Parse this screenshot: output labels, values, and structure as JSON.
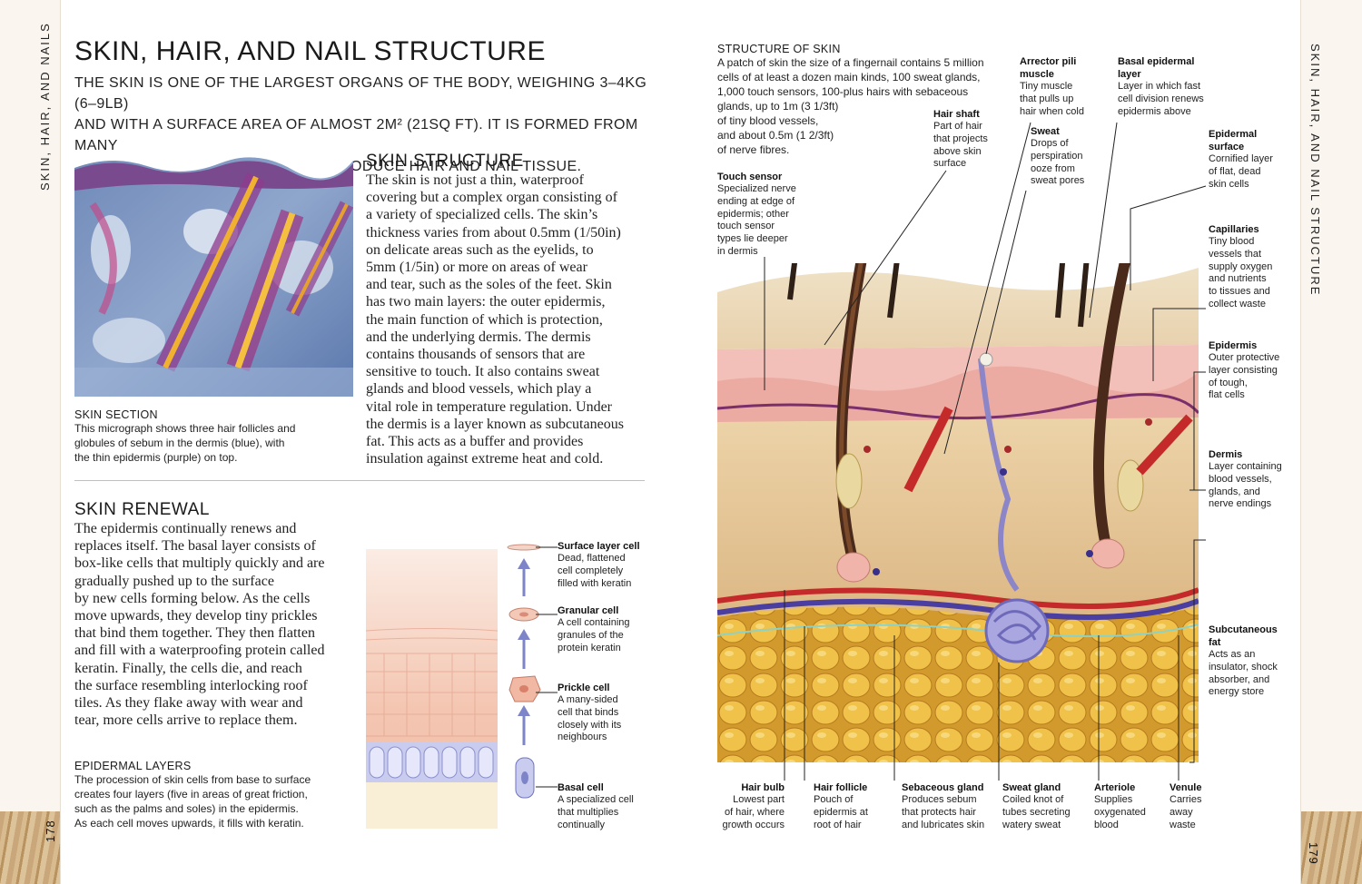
{
  "running_head_left": "SKIN, HAIR, AND NAILS",
  "running_head_right": "SKIN, HAIR, AND NAIL STRUCTURE",
  "page_left": "178",
  "page_right": "179",
  "title": "SKIN, HAIR, AND NAIL STRUCTURE",
  "intro": [
    "THE SKIN IS ONE OF THE LARGEST ORGANS OF THE BODY, WEIGHING 3–4KG (6–9LB)",
    "AND WITH A SURFACE AREA OF ALMOST 2M² (21SQ FT). IT IS FORMED FROM MANY",
    "TYPES OF CELL, SOME OF WHICH PRODUCE HAIR AND NAIL TISSUE."
  ],
  "skin_section": {
    "heading": "SKIN SECTION",
    "lines": [
      "This micrograph shows three hair follicles and",
      "globules of sebum in the dermis (blue), with",
      "the thin epidermis (purple) on top."
    ]
  },
  "skin_structure": {
    "heading": "SKIN STRUCTURE",
    "lines": [
      "The skin is not just a thin, waterproof",
      "covering but a complex organ consisting of",
      "a variety of specialized cells. The skin’s",
      "thickness varies from about 0.5mm (1/50in)",
      "on delicate areas such as the eyelids, to",
      "5mm (1/5in) or more on areas of wear",
      "and tear, such as the soles of the feet. Skin",
      "has two main layers: the outer epidermis,",
      "the main function of which is protection,",
      "and the underlying dermis. The dermis",
      "contains thousands of sensors that are",
      "sensitive to touch. It also contains sweat",
      "glands and blood vessels, which play a",
      "vital role in temperature regulation. Under",
      "the dermis is a layer known as subcutaneous",
      "fat. This acts as a buffer and provides",
      "insulation against extreme heat and cold."
    ]
  },
  "skin_renewal": {
    "heading": "SKIN RENEWAL",
    "lines": [
      "The epidermis continually renews and",
      "replaces itself. The basal layer consists of",
      "box-like cells that multiply quickly and are",
      "gradually pushed up to the surface",
      "by new cells forming below. As the cells",
      "move upwards, they develop tiny prickles",
      "that bind them together. They then flatten",
      "and fill with a waterproofing protein called",
      "keratin. Finally, the cells die, and reach",
      "the surface resembling interlocking roof",
      "tiles. As they flake away with wear and",
      "tear, more cells arrive to replace them."
    ]
  },
  "epidermal_layers": {
    "heading": "EPIDERMAL LAYERS",
    "lines": [
      "The procession of skin cells from base to surface",
      "creates four layers (five in areas of great friction,",
      "such as the palms and soles) in the epidermis.",
      "As each cell moves upwards, it fills with keratin."
    ]
  },
  "cell_labels": [
    {
      "title": "Surface layer cell",
      "lines": [
        "Dead, flattened",
        "cell completely",
        "filled with keratin"
      ]
    },
    {
      "title": "Granular cell",
      "lines": [
        "A cell containing",
        "granules of the",
        "protein keratin"
      ]
    },
    {
      "title": "Prickle cell",
      "lines": [
        "A many-sided",
        "cell that binds",
        "closely with its",
        "neighbours"
      ]
    },
    {
      "title": "Basal cell",
      "lines": [
        "A specialized cell",
        "that multiplies",
        "continually"
      ]
    }
  ],
  "structure_of_skin": {
    "heading": "STRUCTURE OF SKIN",
    "lines": [
      "A patch of skin the size of a fingernail contains 5 million",
      "cells of at least a dozen main kinds, 100 sweat glands,",
      "1,000 touch sensors, 100-plus hairs with sebaceous",
      "glands, up to 1m (3 1/3ft)",
      "of tiny blood vessels,",
      "and about 0.5m (1 2/3ft)",
      "of nerve fibres."
    ]
  },
  "top_labels": [
    {
      "title": "Touch sensor",
      "lines": [
        "Specialized nerve",
        "ending at edge of",
        "epidermis; other",
        "touch sensor",
        "types lie deeper",
        "in dermis"
      ]
    },
    {
      "title": "Hair shaft",
      "lines": [
        "Part of hair",
        "that projects",
        "above skin",
        "surface"
      ]
    },
    {
      "title": "Arrector pili muscle",
      "lines": [
        "Tiny muscle",
        "that pulls up",
        "hair when cold"
      ]
    },
    {
      "title": "Sweat",
      "lines": [
        "Drops of",
        "perspiration",
        "ooze from",
        "sweat pores"
      ]
    },
    {
      "title": "Basal epidermal layer",
      "lines": [
        "Layer in which fast",
        "cell division renews",
        "epidermis above"
      ]
    }
  ],
  "right_labels": [
    {
      "title": "Epidermal surface",
      "lines": [
        "Cornified layer",
        "of flat, dead",
        "skin cells"
      ]
    },
    {
      "title": "Capillaries",
      "lines": [
        "Tiny blood",
        "vessels that",
        "supply oxygen",
        "and nutrients",
        "to tissues and",
        "collect waste"
      ]
    },
    {
      "title": "Epidermis",
      "lines": [
        "Outer protective",
        "layer consisting",
        "of tough,",
        "flat cells"
      ]
    },
    {
      "title": "Dermis",
      "lines": [
        "Layer containing",
        "blood vessels,",
        "glands, and",
        "nerve endings"
      ]
    },
    {
      "title": "Subcutaneous fat",
      "lines": [
        "Acts as an",
        "insulator, shock",
        "absorber, and",
        "energy store"
      ]
    }
  ],
  "bottom_labels": [
    {
      "title": "Hair bulb",
      "lines": [
        "Lowest part",
        "of hair, where",
        "growth occurs"
      ]
    },
    {
      "title": "Hair follicle",
      "lines": [
        "Pouch of",
        "epidermis at",
        "root of hair"
      ]
    },
    {
      "title": "Sebaceous gland",
      "lines": [
        "Produces sebum",
        "that protects hair",
        "and lubricates skin"
      ]
    },
    {
      "title": "Sweat gland",
      "lines": [
        "Coiled knot of",
        "tubes secreting",
        "watery sweat"
      ]
    },
    {
      "title": "Arteriole",
      "lines": [
        "Supplies",
        "oxygenated",
        "blood"
      ]
    },
    {
      "title": "Venule",
      "lines": [
        "Carries",
        "away",
        "waste"
      ]
    }
  ]
}
